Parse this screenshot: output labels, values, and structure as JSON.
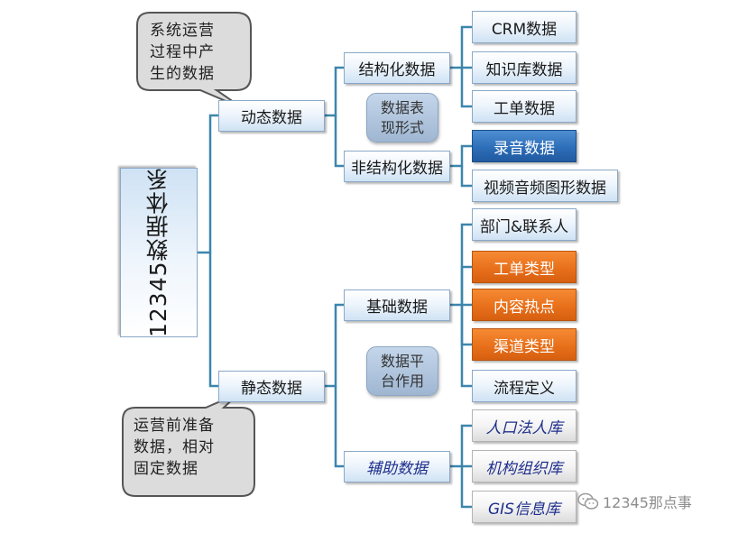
{
  "root": "12345数据体系",
  "dynamic": "动态数据",
  "static": "静态数据",
  "structured": "结构化数据",
  "unstructured": "非结构化数据",
  "basic": "基础数据",
  "auxiliary": "辅助数据",
  "leaves": {
    "crm": "CRM数据",
    "knowledge": "知识库数据",
    "ticket": "工单数据",
    "audio": "录音数据",
    "media": "视频音频图形数据",
    "dept": "部门&联系人",
    "ticket_type": "工单类型",
    "hotspot": "内容热点",
    "channel": "渠道类型",
    "workflow": "流程定义",
    "population": "人口法人库",
    "org": "机构组织库",
    "gis": "GIS信息库"
  },
  "pills": {
    "format": "数据表\n现形式",
    "platform": "数据平\n台作用"
  },
  "callouts": {
    "top": "系统运营\n过程中产\n生的数据",
    "bottom": "运营前准备\n数据，相对\n固定数据"
  },
  "watermark": "12345那点事",
  "colors": {
    "line": "#3c86ad",
    "highlight_blue": "#2d6eb8",
    "highlight_orange": "#e8701b"
  }
}
